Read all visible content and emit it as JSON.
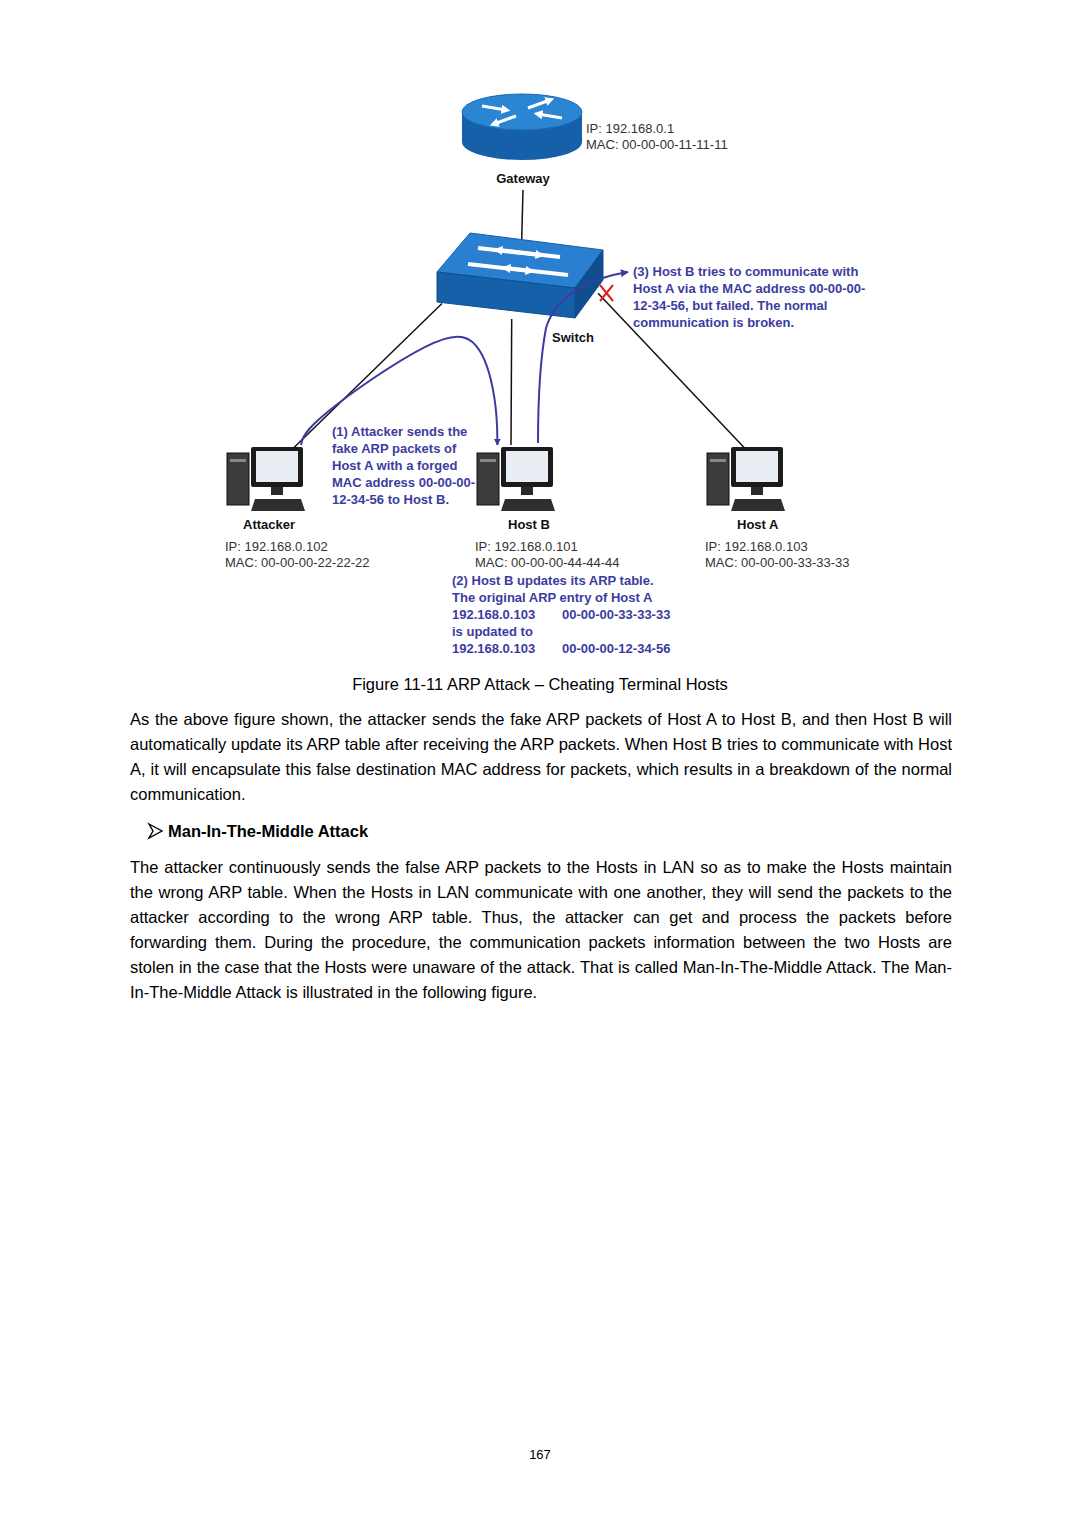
{
  "diagram": {
    "caption": "Figure 11-11 ARP Attack – Cheating Terminal Hosts",
    "nodes": [
      {
        "text": [
          "Gateway",
          "IP: 192.168.0.1",
          "MAC: 00-00-00-11-11-11"
        ]
      },
      {
        "text": [
          "Switch"
        ]
      },
      {
        "text": [
          "Attacker",
          "IP: 192.168.0.102",
          "MAC: 00-00-00-22-22-22"
        ]
      },
      {
        "text": [
          "Host B",
          "IP: 192.168.0.101",
          "MAC: 00-00-00-44-44-44"
        ]
      },
      {
        "text": [
          "Host A",
          "IP: 192.168.0.103",
          "MAC: 00-00-00-33-33-33"
        ]
      }
    ],
    "edges": [
      {
        "from": 0,
        "to": 1,
        "arrow": "none"
      },
      {
        "from": 1,
        "to": 2,
        "arrow": "none"
      },
      {
        "from": 1,
        "to": 3,
        "arrow": "none"
      },
      {
        "from": 1,
        "to": 4,
        "arrow": "none"
      },
      {
        "from": 2,
        "to": 3,
        "arrow": "to"
      }
    ],
    "labels": [
      "(1) Attacker sends the fake ARP packets of Host A with a forged MAC address 00-00-00-12-34-56 to Host B.",
      "(2) Host B updates its ARP table. The original ARP entry of Host A",
      "192.168.0.103",
      "00-00-00-33-33-33",
      "is updated to",
      "192.168.0.103",
      "00-00-00-12-34-56",
      "(3) Host B tries to communicate with Host A via the MAC address 00-00-00-12-34-56, but failed. The normal communication is broken.",
      "As the above figure shown, the attacker sends the fake ARP packets of Host A to Host B, and then Host B will automatically update its ARP table after receiving the ARP packets. When Host B tries to communicate with Host A, it will encapsulate this false destination MAC address for packets, which results in a breakdown of the normal communication.",
      "Man-In-The-Middle Attack",
      "The attacker continuously sends the false ARP packets to the Hosts in LAN so as to make the Hosts maintain the wrong ARP table. When the Hosts in LAN communicate with one another, they will send the packets to the attacker according to the wrong ARP table. Thus, the attacker can get and process the packets before forwarding them. During the procedure, the communication packets information between the two Hosts are stolen in the case that the Hosts were unaware of the attack. That is called Man-In-The-Middle Attack. The Man-In-The-Middle Attack is illustrated in the following figure.",
      "167"
    ]
  }
}
